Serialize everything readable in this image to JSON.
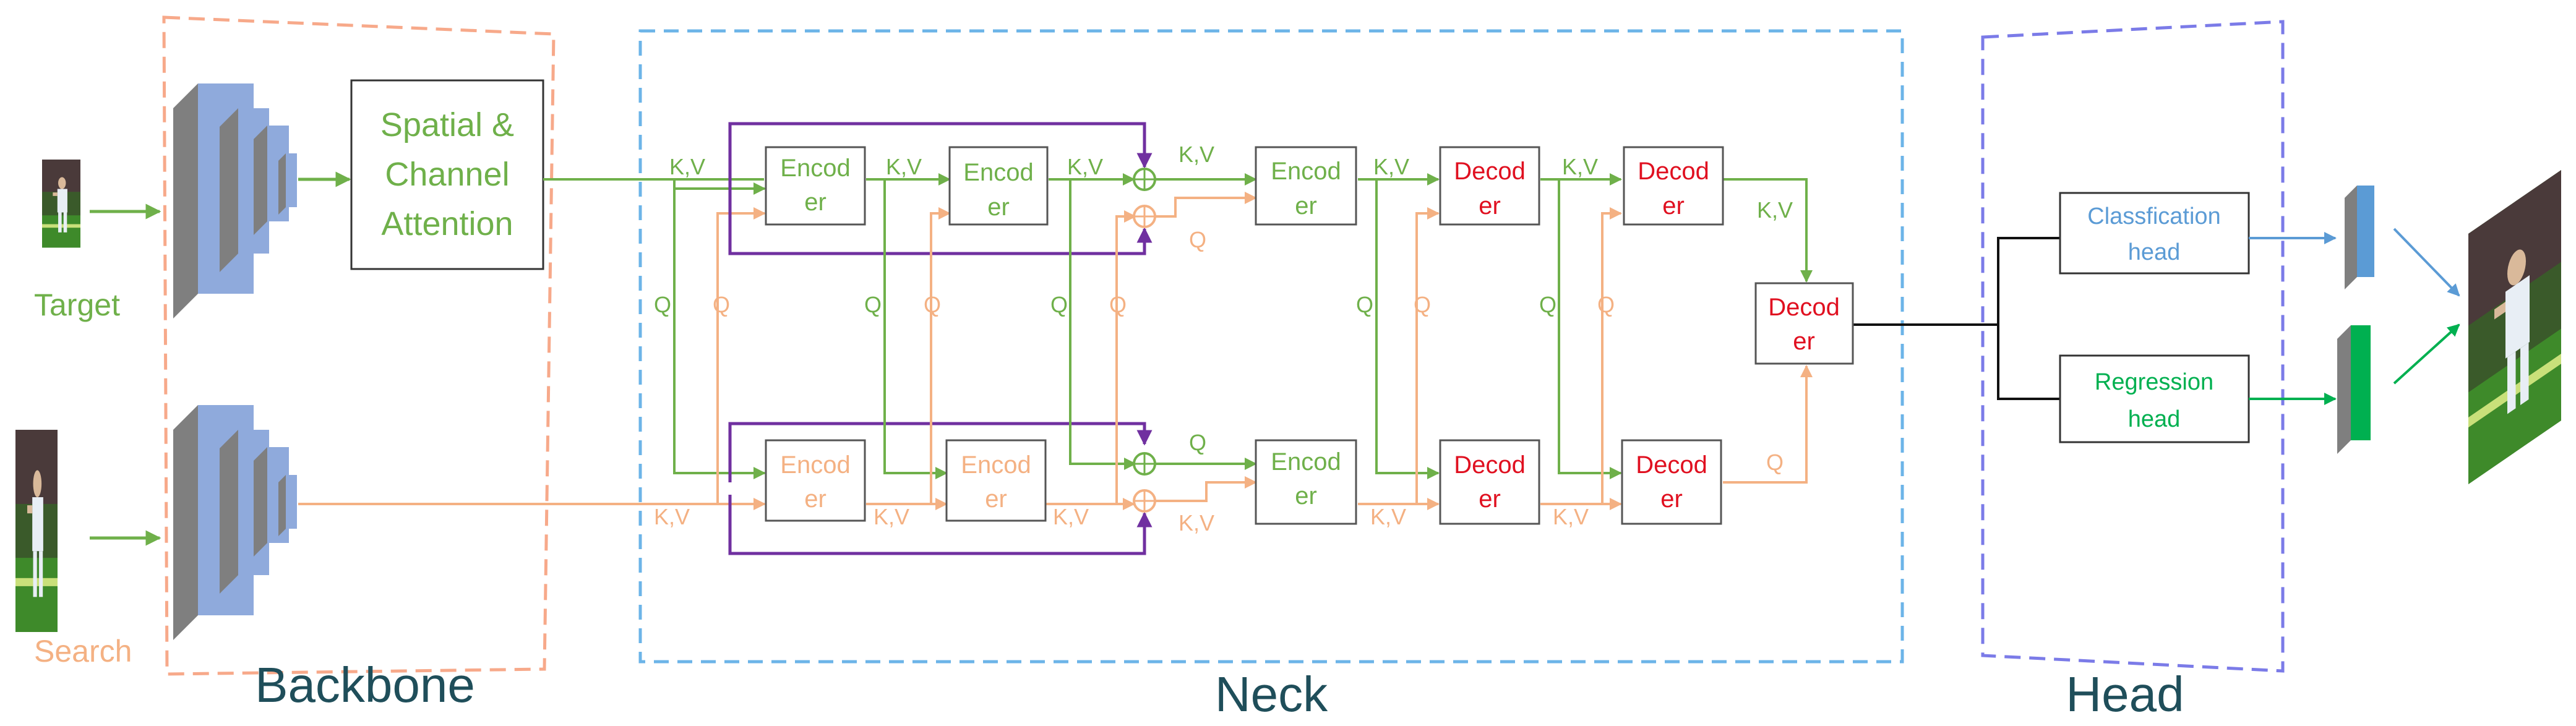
{
  "colors": {
    "green": "#6fb04a",
    "orange": "#f4b183",
    "purple": "#7030a0",
    "red": "#e01020",
    "blue_text": "#5b9bd5",
    "neck_border": "#6cb4e8",
    "backbone_border": "#f7a98a",
    "head_border": "#7b7be8",
    "layer_front": "#8faadc",
    "layer_side": "#7f7f7f",
    "title": "#1f4e5a",
    "cls_map": "#5b9bd5",
    "reg_map": "#00b050"
  },
  "labels": {
    "target": "Target",
    "search": "Search",
    "attention_line1": "Spatial &",
    "attention_line2": "Channel",
    "attention_line3": "Attention",
    "backbone": "Backbone",
    "neck": "Neck",
    "head": "Head",
    "encoder_line1": "Encod",
    "encoder_line2": "er",
    "decoder_line1": "Decod",
    "decoder_line2": "er",
    "kv": "K,V",
    "q": "Q",
    "cls_head_line1": "Classfication",
    "cls_head_line2": "head",
    "reg_head_line1": "Regression",
    "reg_head_line2": "head"
  },
  "icons": {
    "target_image": "soccer-player-thumbnail",
    "search_image": "soccer-player-thumbnail",
    "output_image": "soccer-player-thumbnail",
    "sum_node": "circle-plus-icon"
  }
}
